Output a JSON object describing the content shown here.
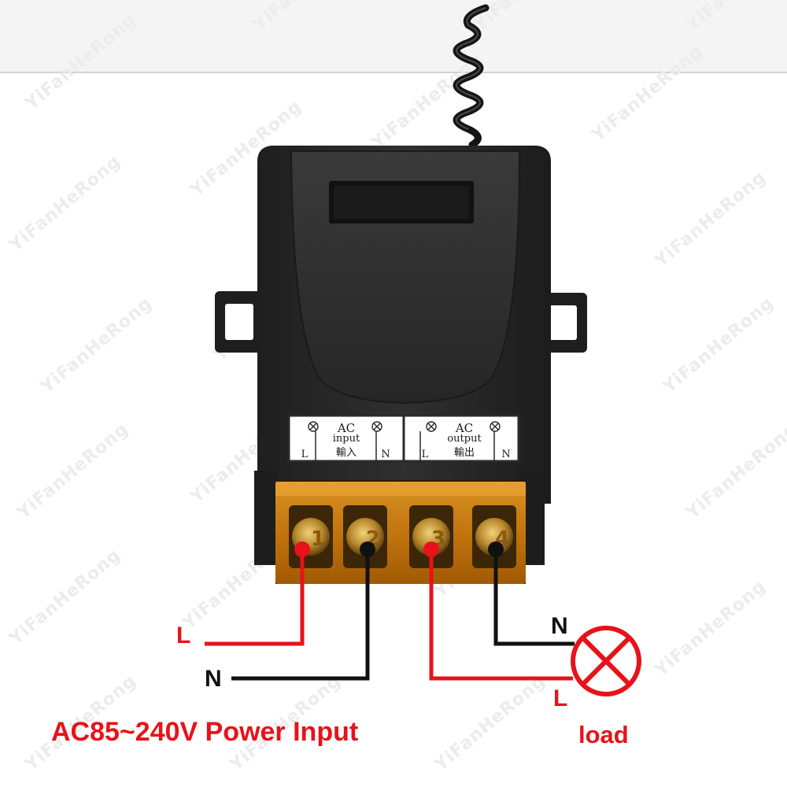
{
  "watermark": "YiFanHeRong",
  "panel": {
    "input": {
      "ac_label": "AC",
      "sub_label": "input",
      "cn_label": "輸入",
      "left_terminal": "L",
      "right_terminal": "N"
    },
    "output": {
      "ac_label": "AC",
      "sub_label": "output",
      "cn_label": "輸出",
      "left_terminal": "L",
      "right_terminal": "N"
    }
  },
  "terminals": [
    "1",
    "2",
    "3",
    "4"
  ],
  "wires": {
    "input_live_label": "L",
    "input_neutral_label": "N",
    "load_neutral_label": "N",
    "load_live_label": "L"
  },
  "captions": {
    "power_input": "AC85~240V Power Input",
    "load": "load"
  },
  "colors": {
    "live_wire": "#e8121a",
    "neutral_wire": "#111111",
    "label_red": "#e8121a",
    "label_black": "#111111",
    "housing": "#2b2b2b",
    "terminal_cover": "#d68a14",
    "lamp": "#e8121a"
  }
}
